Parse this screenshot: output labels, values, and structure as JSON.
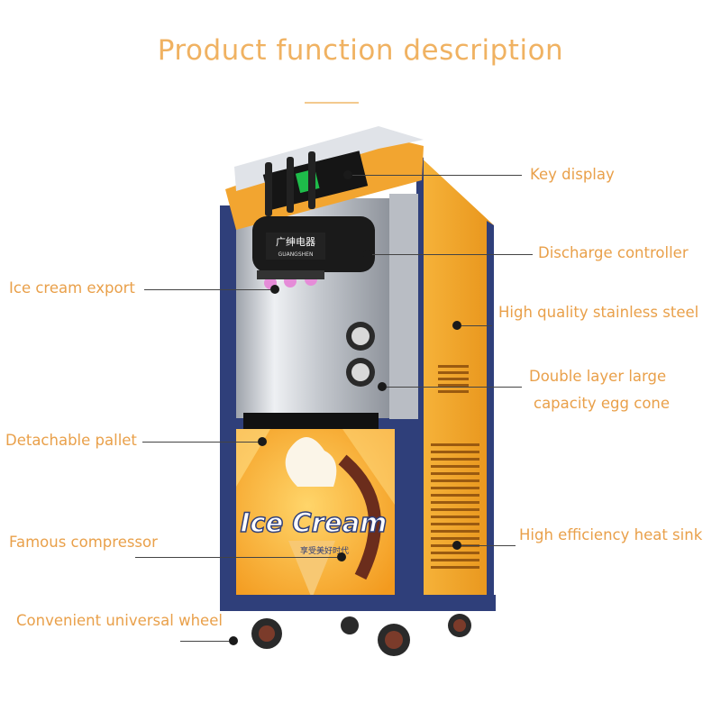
{
  "title": "Product function description",
  "machine": {
    "brand_text": "广绅电器",
    "brand_latin": "GUANGSHEN",
    "panel_text": "Ice Cream",
    "panel_subtext": "享受美好时代"
  },
  "callouts": [
    {
      "label": "Key display"
    },
    {
      "label": "Discharge controller"
    },
    {
      "label": "Ice cream export"
    },
    {
      "label": "High quality stainless steel"
    },
    {
      "label": "Double layer large"
    },
    {
      "label": "capacity egg cone"
    },
    {
      "label": "Detachable pallet"
    },
    {
      "label": "Famous compressor"
    },
    {
      "label": "High efficiency heat sink"
    },
    {
      "label": "Convenient universal wheel"
    }
  ],
  "colors": {
    "accent_text": "#e9a04a",
    "title": "#f0b262",
    "machine_orange": "#f3a630",
    "machine_frame": "#2f3f7a",
    "steel": "#c9ccd2"
  }
}
